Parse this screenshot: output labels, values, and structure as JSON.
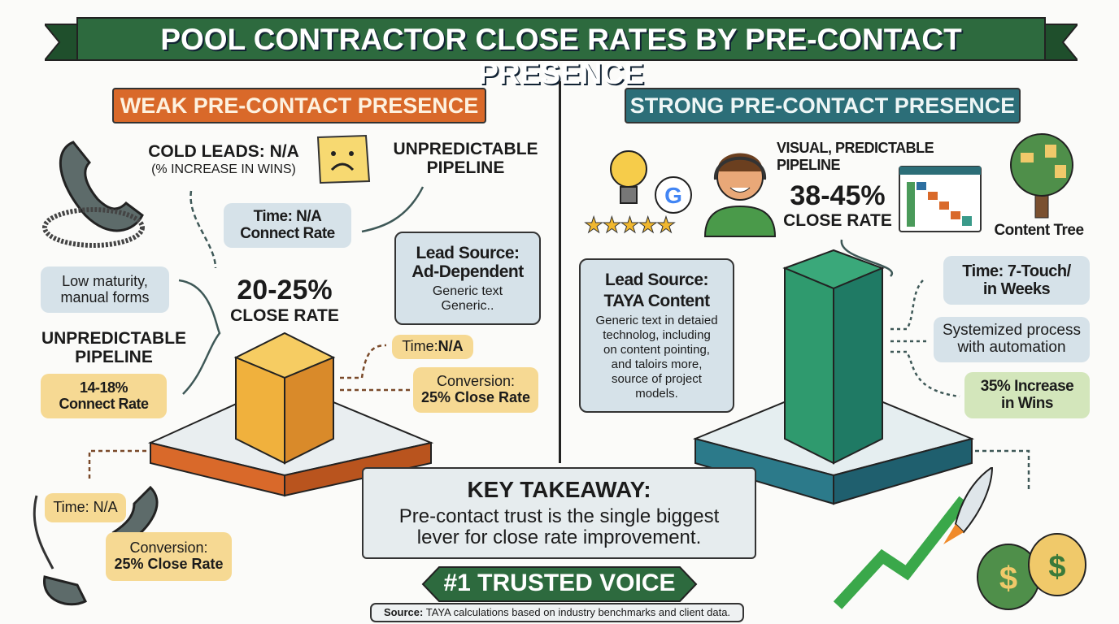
{
  "title": "POOL CONTRACTOR CLOSE RATES BY PRE-CONTACT PRESENCE",
  "left": {
    "header": "WEAK PRE-CONTACT PRESENCE",
    "cold_leads": "COLD LEADS: N/A",
    "cold_leads_sub": "(% INCREASE IN WINS)",
    "unpredictable_top": [
      "UNPREDICTABLE",
      "PIPELINE"
    ],
    "time_connect": [
      "Time: N/A",
      "Connect Rate"
    ],
    "close_rate": "20-25%",
    "close_rate_label": "CLOSE RATE",
    "lead_source": {
      "title": [
        "Lead Source:",
        "Ad-Dependent"
      ],
      "body": [
        "Generic text",
        "Generic.."
      ]
    },
    "low_maturity": [
      "Low maturity,",
      "manual forms"
    ],
    "unpredictable_mid": [
      "UNPREDICTABLE",
      "PIPELINE"
    ],
    "connect_rate": [
      "14-18%",
      "Connect Rate"
    ],
    "time_small": {
      "label": "Time: ",
      "value": "N/A"
    },
    "conversion": [
      "Conversion:",
      "25% Close Rate"
    ],
    "bottom_time": "Time: N/A",
    "bottom_conversion": [
      "Conversion:",
      "25% Close Rate"
    ],
    "accent": "#d9692a"
  },
  "right": {
    "header": "STRONG PRE-CONTACT PRESENCE",
    "visual_pipeline": "VISUAL, PREDICTABLE PIPELINE",
    "close_rate": "38-45%",
    "close_rate_label": "CLOSE RATE",
    "content_tree": "Content Tree",
    "lead_source": {
      "title": [
        "Lead Source:",
        "TAYA Content"
      ],
      "body": [
        "Generic text in detaied",
        "technolog, including",
        "on content pointing,",
        "and taloirs more,",
        "source of project",
        "models."
      ]
    },
    "time": [
      "Time: 7-Touch/",
      "in Weeks"
    ],
    "systemized": [
      "Systemized process",
      "with automation"
    ],
    "increase": [
      "35% Increase",
      "in Wins"
    ],
    "stars": 5,
    "accent": "#2c6e78"
  },
  "takeaway": {
    "title": "KEY TAKEAWAY:",
    "body": [
      "Pre-contact trust is the single biggest",
      "lever for close rate improvement."
    ]
  },
  "badge": "#1 TRUSTED VOICE",
  "source": {
    "label": "Source:",
    "text": " TAYA calculations based on industry benchmarks and client data."
  },
  "colors": {
    "banner": "#2d6a3e",
    "gold_bar": "#f0b13d",
    "teal_bar": "#2f9a6e"
  }
}
